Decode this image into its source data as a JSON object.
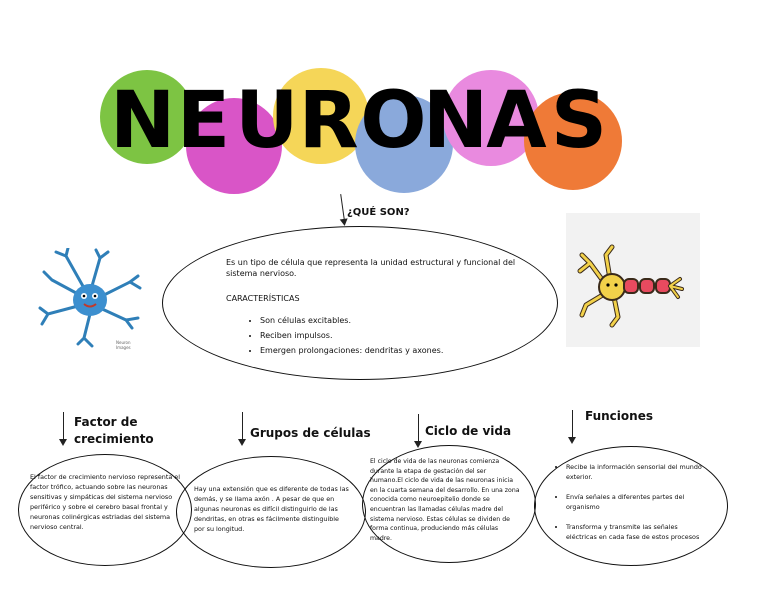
{
  "title": {
    "letters": [
      "N",
      "E",
      "U",
      "R",
      "O",
      "N",
      "A",
      "S"
    ]
  },
  "colors": {
    "circle1": "#7dc443",
    "circle2": "#d955c7",
    "circle3": "#f5d658",
    "circle4": "#8aa9db",
    "circle5": "#e98adf",
    "circle6": "#ef7a37"
  },
  "que_son": {
    "heading": "¿QUÉ SON?",
    "definition": "Es un tipo de célula que representa la unidad estructural y funcional del sistema nervioso.",
    "characteristics_heading": "CARACTERÍSTICAS",
    "characteristics": [
      "Son células excitables.",
      "Reciben impulsos.",
      "Emergen prolongaciones: dendritas y axones."
    ]
  },
  "sections": {
    "factor": {
      "heading": "Factor de crecimiento",
      "text": "El factor de crecimiento nervioso representa el factor trófico, actuando sobre las neuronas sensitivas y simpáticas del sistema nervioso periférico y sobre el cerebro basal frontal y neuronas colinérgicas estriadas del sistema nervioso central."
    },
    "grupos": {
      "heading": "Grupos de células",
      "text": "Hay una extensión que es diferente de todas las demás, y se llama axón . A pesar de que en algunas neuronas es difícil distinguirlo de las dendritas, en otras es fácilmente distinguible por su longitud."
    },
    "ciclo": {
      "heading": "Ciclo de vida",
      "text": "El ciclo de vida de las neuronas comienza durante la etapa de gestación del ser humano.El ciclo de vida de las neuronas inicia en la cuarta semana del desarrollo. En una zona conocida como neuroepitelio donde se encuentran las llamadas células madre del sistema nervioso. Estas células se dividen de forma continua, produciendo más células madre."
    },
    "funciones": {
      "heading": "Funciones",
      "items": [
        "Recibe la información sensorial del mundo exterior.",
        "Envía señales a diferentes partes del organismo",
        "Transforma y transmite las señales eléctricas en cada fase de estos procesos"
      ]
    }
  },
  "images": {
    "left_caption": "Neuron Images"
  }
}
